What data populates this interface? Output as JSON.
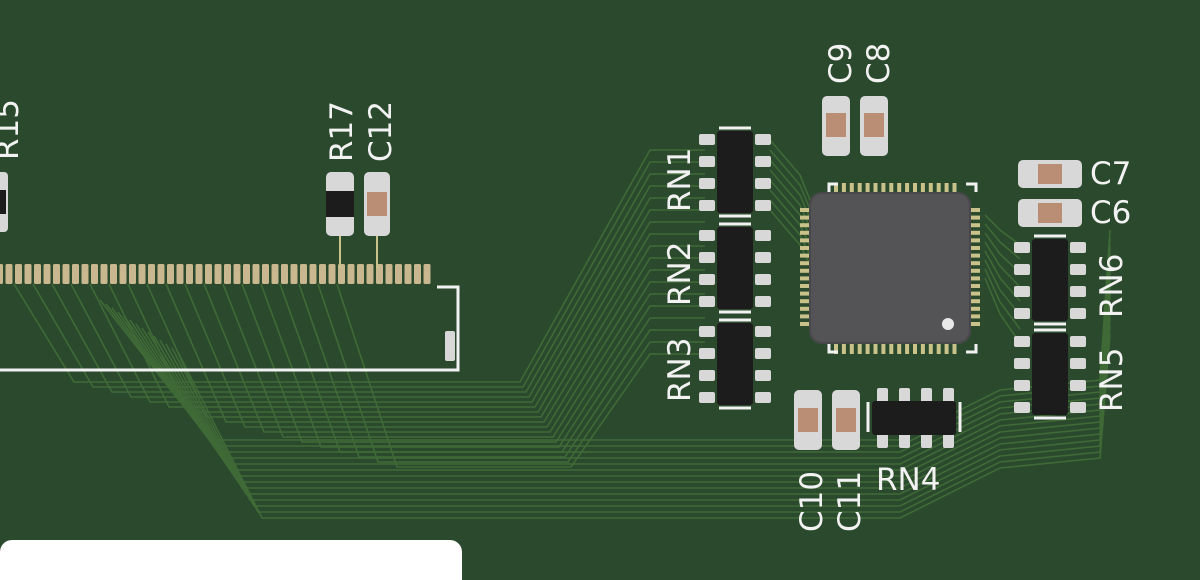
{
  "colors": {
    "board": "#2b4a2d",
    "trace": "#3f6a37",
    "silkscreen": "#f2f2f2",
    "pad": "#d8d8d8",
    "gold": "#c9c28a",
    "cap_body": "#b98e74",
    "ic_body": "#545456",
    "resistor_body": "#1c1c1c"
  },
  "labels": {
    "R15": "R15",
    "R17": "R17",
    "C12": "C12",
    "C9": "C9",
    "C8": "C8",
    "C7": "C7",
    "C6": "C6",
    "RN1": "RN1",
    "RN2": "RN2",
    "RN3": "RN3",
    "RN4": "RN4",
    "RN5": "RN5",
    "RN6": "RN6",
    "C10": "C10",
    "C11": "C11"
  },
  "icons": [
    "qfp-ic-icon",
    "fpc-connector-icon",
    "resistor-network-icon",
    "smd-capacitor-icon",
    "smd-resistor-icon"
  ]
}
